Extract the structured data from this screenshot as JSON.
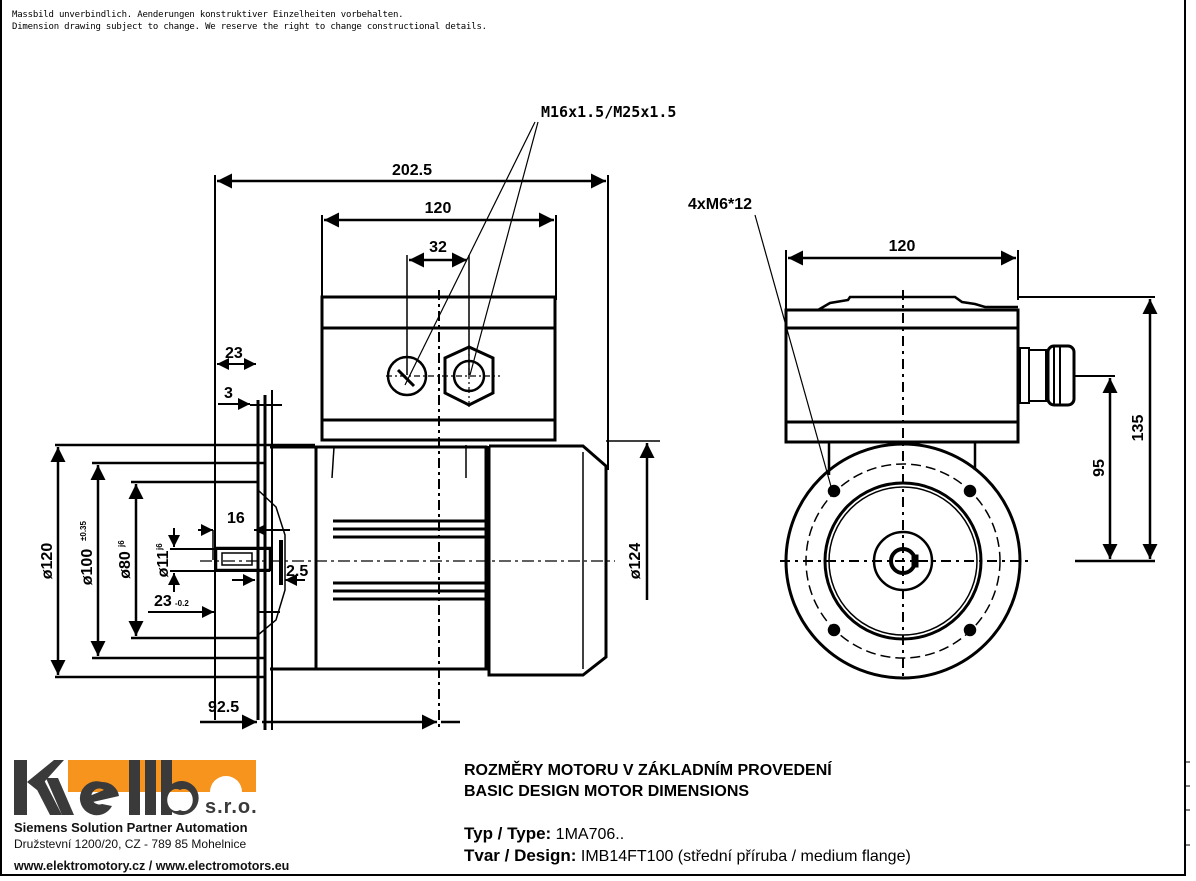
{
  "disclaimer": {
    "line_de": "Massbild unverbindlich. Aenderungen konstruktiver Einzelheiten vorbehalten.",
    "line_en": "Dimension drawing subject to change. We reserve the right to change constructional details."
  },
  "side_view": {
    "dim_overall_length": "202.5",
    "dim_terminal_box_length": "120",
    "dim_gland_spacing": "32",
    "cable_gland_label": "M16x1.5/M25x1.5",
    "dim_flange_offset": "23",
    "dim_flange_thickness": "3",
    "dim_key_length": "16",
    "dim_shaft_length": "23",
    "dim_shaft_length_tol": "-0.2",
    "dim_shaft_shoulder": "2.5",
    "dim_flange_dia": "ø120",
    "dim_bolt_circle": "ø100",
    "dim_bolt_circle_tol": "±0.35",
    "dim_spigot_dia": "ø80",
    "dim_spigot_tol": "j6",
    "dim_shaft_dia": "ø11",
    "dim_shaft_tol": "j6",
    "dim_body_dia": "ø124",
    "dim_center_offset": "92.5"
  },
  "front_view": {
    "dim_terminal_box_width": "120",
    "bolt_label": "4xM6*12",
    "dim_gland_height": "95",
    "dim_total_height": "135"
  },
  "company": {
    "logo_suffix": "s.r.o.",
    "partner": "Siemens Solution Partner Automation",
    "address": "Družstevní 1200/20, CZ - 789 85 Mohelnice",
    "web": "www.elektromotory.cz / www.electromotors.eu",
    "accent_color": "#f7941d",
    "logo_dark_color": "#3a3a3a"
  },
  "title_block": {
    "title_cz": "ROZMĚRY MOTORU V ZÁKLADNÍM PROVEDENÍ",
    "title_en": "BASIC DESIGN MOTOR DIMENSIONS",
    "type_label": "Typ / Type:",
    "type_value": "1MA706..",
    "design_label": "Tvar / Design:",
    "design_value": "IMB14FT100 (střední příruba / medium flange)"
  }
}
